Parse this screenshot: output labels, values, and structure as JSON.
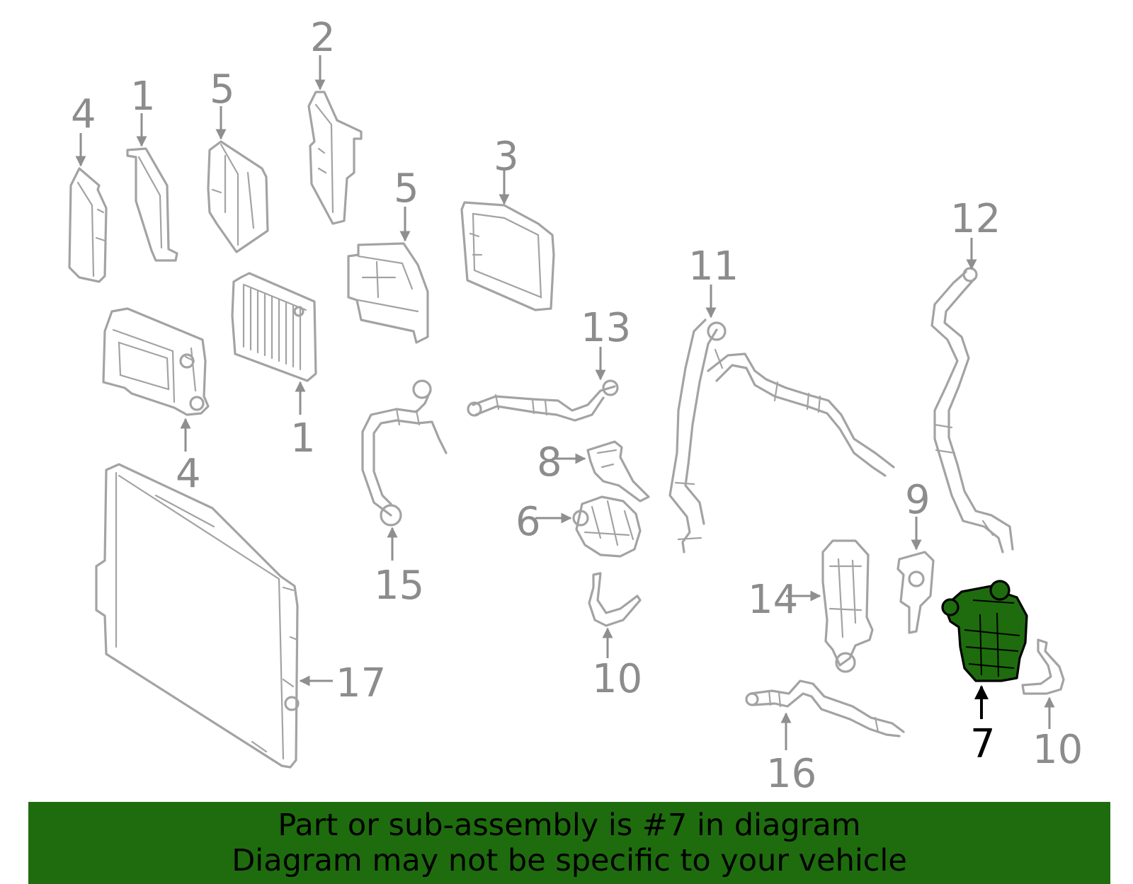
{
  "diagram": {
    "highlight_color": "#1e6c0e",
    "callouts": {
      "c4a": "4",
      "c1a": "1",
      "c5a": "5",
      "c2": "2",
      "c5b": "5",
      "c3": "3",
      "c12": "12",
      "c11": "11",
      "c13": "13",
      "c4b": "4",
      "c1b": "1",
      "c15": "15",
      "c8": "8",
      "c6": "6",
      "c9": "9",
      "c14": "14",
      "c10a": "10",
      "c17": "17",
      "c7": "7",
      "c10b": "10",
      "c16": "16"
    }
  },
  "banner": {
    "background": "#1e6c0e",
    "line1": "Part or sub-assembly is #7 in diagram",
    "line2": "Diagram may not be specific to your vehicle"
  }
}
